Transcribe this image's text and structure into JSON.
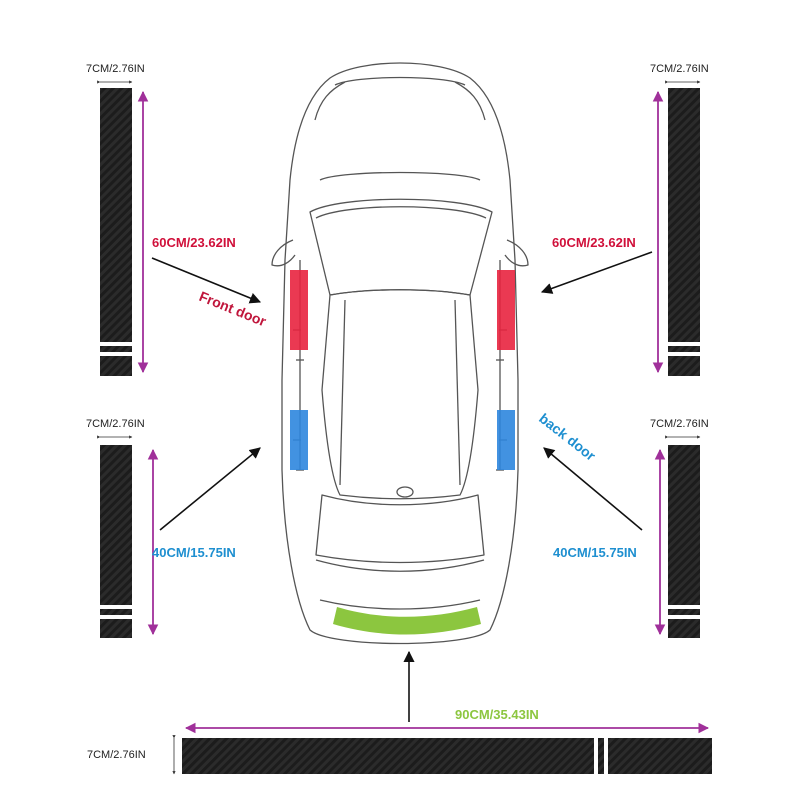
{
  "labels": {
    "width_top_left": "7CM/2.76IN",
    "width_top_right": "7CM/2.76IN",
    "width_mid_left": "7CM/2.76IN",
    "width_mid_right": "7CM/2.76IN",
    "width_bottom": "7CM/2.76IN",
    "front_length_left": "60CM/23.62IN",
    "front_length_right": "60CM/23.62IN",
    "back_length_left": "40CM/15.75IN",
    "back_length_right": "40CM/15.75IN",
    "rear_length": "90CM/35.43IN",
    "front_door": "Front door",
    "back_door": "back door"
  },
  "colors": {
    "front": "#e8233f",
    "back": "#2e86de",
    "rear": "#8cc63f",
    "dimension_arrow": "#a0309a",
    "strip": "#1a1a1a"
  }
}
